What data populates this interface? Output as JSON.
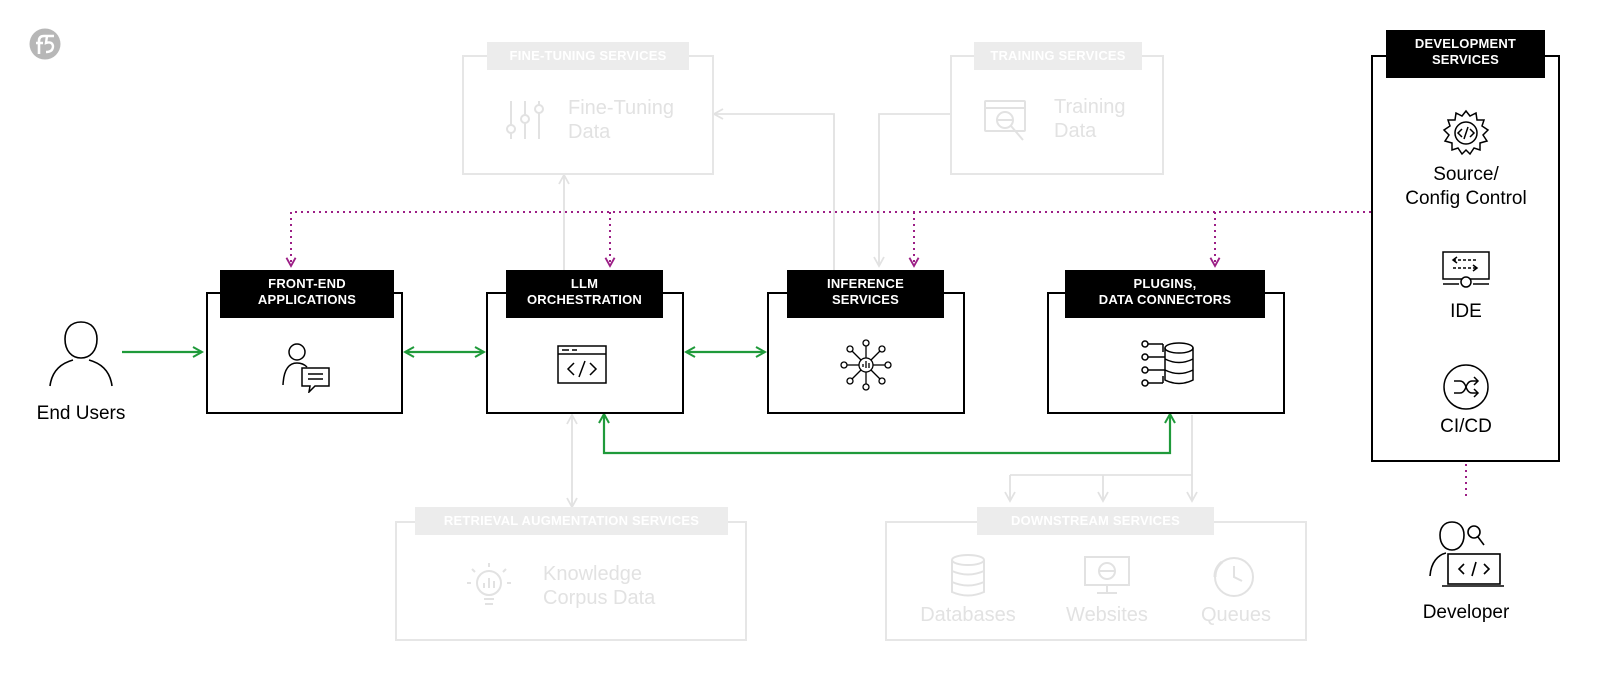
{
  "colors": {
    "active_border": "#000000",
    "faded": "#e6e6e6",
    "green_arrow": "#1f9a3a",
    "magenta_dotted": "#9c1f86"
  },
  "logo": {
    "icon": "f5-logo-icon"
  },
  "actors": {
    "end_users": {
      "label": "End Users",
      "icon": "user-icon"
    },
    "developer": {
      "label": "Developer",
      "icon": "developer-laptop-icon"
    }
  },
  "boxes": {
    "front_end": {
      "title": "FRONT-END\nAPPLICATIONS",
      "icon": "user-chat-icon"
    },
    "llm": {
      "title": "LLM\nORCHESTRATION",
      "icon": "code-window-icon"
    },
    "inference": {
      "title": "INFERENCE\nSERVICES",
      "icon": "neural-network-icon"
    },
    "plugins": {
      "title": "PLUGINS,\nDATA CONNECTORS",
      "icon": "database-connector-icon"
    }
  },
  "faded": {
    "fine_tuning": {
      "title": "FINE-TUNING SERVICES",
      "text": "Fine-Tuning\nData",
      "icon": "sliders-icon"
    },
    "training": {
      "title": "TRAINING SERVICES",
      "text": "Training\nData",
      "icon": "globe-window-icon"
    },
    "retrieval": {
      "title": "RETRIEVAL AUGMENTATION SERVICES",
      "text": "Knowledge\nCorpus Data",
      "icon": "lightbulb-chart-icon"
    },
    "downstream": {
      "title": "DOWNSTREAM SERVICES",
      "items": [
        {
          "label": "Databases",
          "icon": "database-icon"
        },
        {
          "label": "Websites",
          "icon": "monitor-globe-icon"
        },
        {
          "label": "Queues",
          "icon": "clock-cycle-icon"
        }
      ]
    }
  },
  "dev_services": {
    "title": "DEVELOPMENT\nSERVICES",
    "items": [
      {
        "label": "Source/\nConfig Control",
        "icon": "gear-code-icon"
      },
      {
        "label": "IDE",
        "icon": "ide-monitor-icon"
      },
      {
        "label": "CI/CD",
        "icon": "shuffle-circle-icon"
      }
    ]
  }
}
